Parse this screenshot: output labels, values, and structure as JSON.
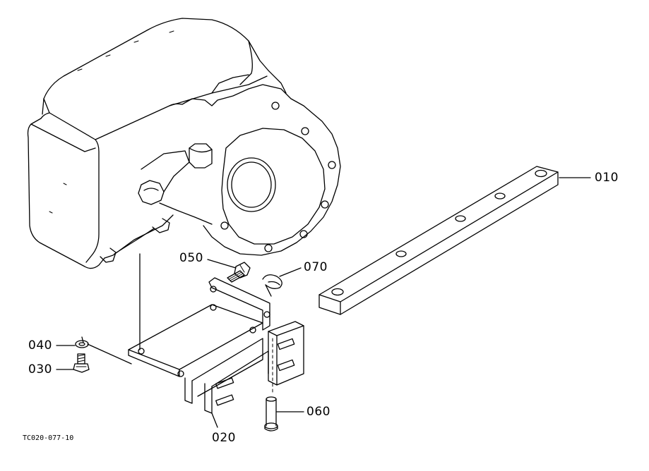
{
  "figure_code": "TC020-077-10",
  "callouts": {
    "p010": "010",
    "p020": "020",
    "p030": "030",
    "p040": "040",
    "p050": "050",
    "p060": "060",
    "p070": "070"
  },
  "parts": [
    "engine-transmission-housing",
    "drawbar",
    "drawbar-bracket",
    "bolt",
    "spring-washer",
    "bolt-050",
    "pin",
    "snap-pin"
  ],
  "colors": {
    "ink": "#000000",
    "paper": "#ffffff"
  }
}
